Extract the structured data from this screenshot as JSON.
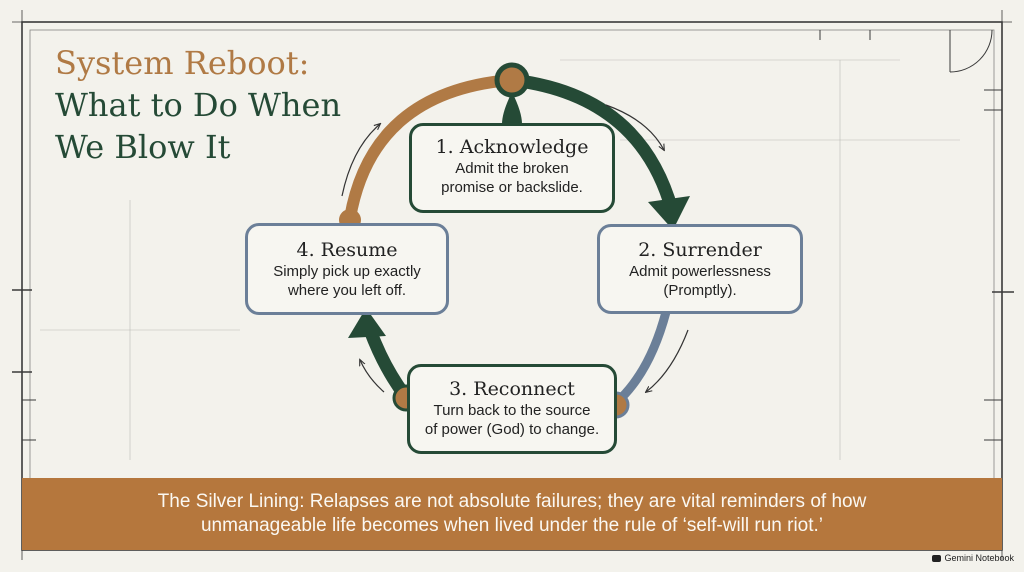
{
  "title": {
    "line1": "System Reboot:",
    "line2": "What to Do When",
    "line3": "We Blow It"
  },
  "steps": [
    {
      "title": "1. Acknowledge",
      "desc1": "Admit the broken",
      "desc2": "promise or backslide."
    },
    {
      "title": "2. Surrender",
      "desc1": "Admit powerlessness",
      "desc2": "(Promptly)."
    },
    {
      "title": "3. Reconnect",
      "desc1": "Turn back to the source",
      "desc2": "of power (God) to change."
    },
    {
      "title": "4. Resume",
      "desc1": "Simply pick up exactly",
      "desc2": "where you left off."
    }
  ],
  "banner": {
    "line1": "The Silver Lining: Relapses are not absolute failures; they are vital reminders of how",
    "line2": "unmanageable life becomes when lived under the rule of ‘self-will run riot.’"
  },
  "brand": "Gemini Notebook",
  "colors": {
    "dark_green": "#254a36",
    "copper": "#b07a45",
    "slate_blue": "#6b7f98",
    "banner": "#b5773d",
    "background": "#f3f2ec"
  }
}
